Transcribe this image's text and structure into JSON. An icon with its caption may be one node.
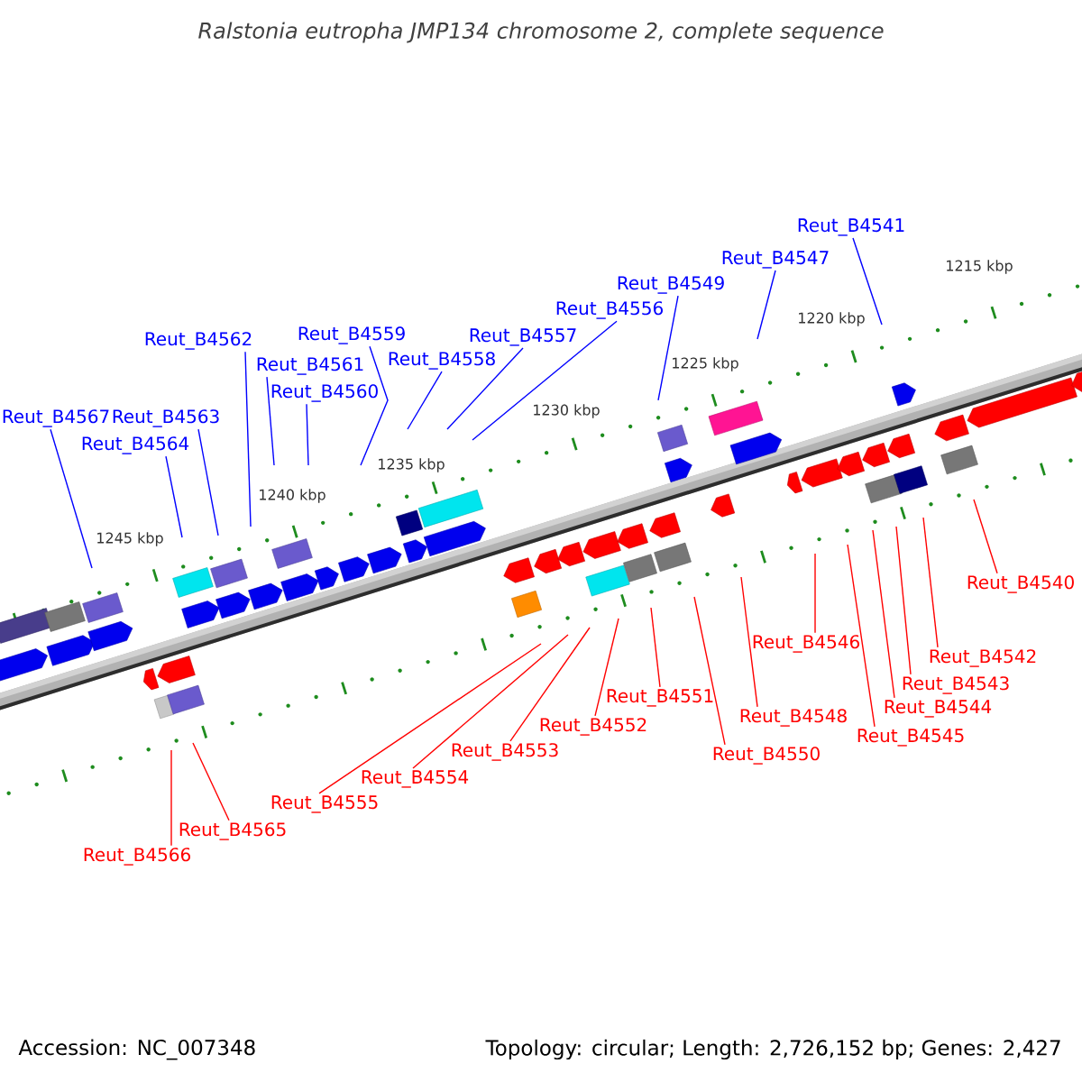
{
  "diagram": {
    "title": "Ralstonia eutropha JMP134 chromosome 2, complete sequence",
    "nodes": [
      {
        "text": [
          "Reut_B4541"
        ]
      },
      {
        "text": [
          "Reut_B4547"
        ]
      },
      {
        "text": [
          "Reut_B4549"
        ]
      },
      {
        "text": [
          "Reut_B4556"
        ]
      },
      {
        "text": [
          "Reut_B4557"
        ]
      },
      {
        "text": [
          "Reut_B4558"
        ]
      },
      {
        "text": [
          "Reut_B4559"
        ]
      },
      {
        "text": [
          "Reut_B4562"
        ]
      },
      {
        "text": [
          "Reut_B4561"
        ]
      },
      {
        "text": [
          "Reut_B4560"
        ]
      },
      {
        "text": [
          "Reut_B4567"
        ]
      },
      {
        "text": [
          "Reut_B4563"
        ]
      },
      {
        "text": [
          "Reut_B4564"
        ]
      },
      {
        "text": [
          "Reut_B4540"
        ]
      },
      {
        "text": [
          "Reut_B4546"
        ]
      },
      {
        "text": [
          "Reut_B4542"
        ]
      },
      {
        "text": [
          "Reut_B4551"
        ]
      },
      {
        "text": [
          "Reut_B4543"
        ]
      },
      {
        "text": [
          "Reut_B4544"
        ]
      },
      {
        "text": [
          "Reut_B4548"
        ]
      },
      {
        "text": [
          "Reut_B4552"
        ]
      },
      {
        "text": [
          "Reut_B4545"
        ]
      },
      {
        "text": [
          "Reut_B4553"
        ]
      },
      {
        "text": [
          "Reut_B4550"
        ]
      },
      {
        "text": [
          "Reut_B4554"
        ]
      },
      {
        "text": [
          "Reut_B4555"
        ]
      },
      {
        "text": [
          "Reut_B4565"
        ]
      },
      {
        "text": [
          "Reut_B4566"
        ]
      }
    ],
    "edges": [
      {
        "from": 0,
        "to": null,
        "arrow": "none",
        "color": "#0000ff"
      },
      {
        "from": 1,
        "to": null,
        "arrow": "none",
        "color": "#0000ff"
      },
      {
        "from": 2,
        "to": null,
        "arrow": "none",
        "color": "#0000ff"
      },
      {
        "from": 3,
        "to": null,
        "arrow": "none",
        "color": "#0000ff"
      },
      {
        "from": 4,
        "to": null,
        "arrow": "none",
        "color": "#0000ff"
      },
      {
        "from": 5,
        "to": null,
        "arrow": "none",
        "color": "#0000ff"
      },
      {
        "from": 6,
        "to": null,
        "arrow": "none",
        "color": "#0000ff"
      },
      {
        "from": 7,
        "to": null,
        "arrow": "none",
        "color": "#0000ff"
      },
      {
        "from": 8,
        "to": null,
        "arrow": "none",
        "color": "#0000ff"
      },
      {
        "from": 9,
        "to": null,
        "arrow": "none",
        "color": "#0000ff"
      },
      {
        "from": 10,
        "to": null,
        "arrow": "none",
        "color": "#0000ff"
      },
      {
        "from": 11,
        "to": null,
        "arrow": "none",
        "color": "#0000ff"
      },
      {
        "from": 12,
        "to": null,
        "arrow": "none",
        "color": "#0000ff"
      },
      {
        "from": 13,
        "to": null,
        "arrow": "none"
      },
      {
        "from": 14,
        "to": null,
        "arrow": "none"
      },
      {
        "from": 15,
        "to": null,
        "arrow": "none"
      },
      {
        "from": 16,
        "to": null,
        "arrow": "none"
      },
      {
        "from": 17,
        "to": null,
        "arrow": "none"
      },
      {
        "from": 18,
        "to": null,
        "arrow": "none"
      },
      {
        "from": 19,
        "to": null,
        "arrow": "none"
      },
      {
        "from": 20,
        "to": null,
        "arrow": "none"
      },
      {
        "from": 21,
        "to": null,
        "arrow": "none"
      },
      {
        "from": 22,
        "to": null,
        "arrow": "none"
      },
      {
        "from": 23,
        "to": null,
        "arrow": "none"
      },
      {
        "from": 24,
        "to": null,
        "arrow": "none"
      },
      {
        "from": 25,
        "to": null,
        "arrow": "none"
      },
      {
        "from": 26,
        "to": null,
        "arrow": "none"
      },
      {
        "from": 27,
        "to": null,
        "arrow": "none"
      }
    ],
    "labels": [
      "1215 kbp",
      "1220 kbp",
      "1225 kbp",
      "1230 kbp",
      "1235 kbp",
      "1240 kbp",
      "1245 kbp",
      "Accession: NC_007348",
      "Topology: circular; Length: 2,726,152 bp; Genes: 2,427"
    ]
  }
}
